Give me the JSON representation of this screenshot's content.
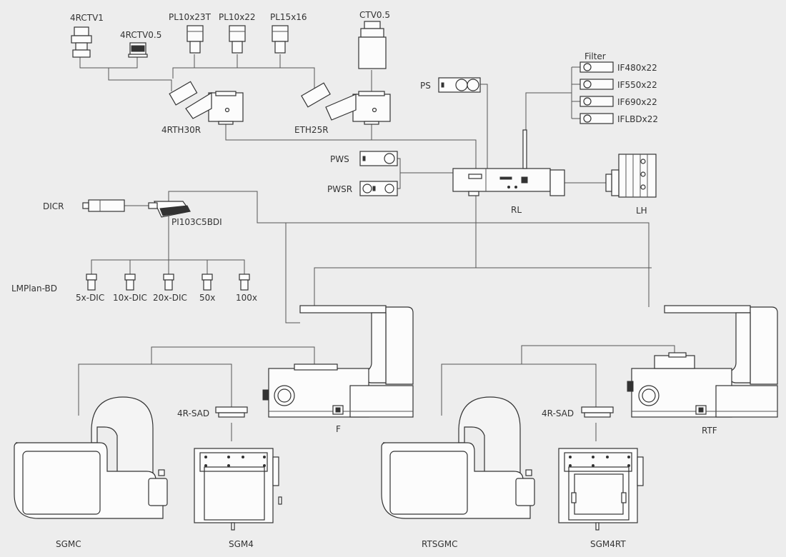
{
  "labels": {
    "rctv1": "4RCTV1",
    "rctv05": "4RCTV0.5",
    "pl10x23t": "PL10x23T",
    "pl10x22": "PL10x22",
    "pl15x16": "PL15x16",
    "ctv05": "CTV0.5",
    "filter": "Filter",
    "if480": "IF480x22",
    "if550": "IF550x22",
    "if690": "IF690x22",
    "iflbd": "IFLBDx22",
    "ps": "PS",
    "head_4rth30r": "4RTH30R",
    "head_eth25r": "ETH25R",
    "pws": "PWS",
    "pwsr": "PWSR",
    "rl": "RL",
    "lh": "LH",
    "dicr": "DICR",
    "nosepiece": "PI103C5BDI",
    "objective_series": "LMPlan-BD",
    "obj_5x": "5x-DIC",
    "obj_10x": "10x-DIC",
    "obj_20x": "20x-DIC",
    "obj_50x": "50x",
    "obj_100x": "100x",
    "frame_f": "F",
    "frame_rtf": "RTF",
    "adapter_left": "4R-SAD",
    "adapter_right": "4R-SAD",
    "stage_sgmc": "SGMC",
    "stage_sgm4": "SGM4",
    "stage_rtsgmc": "RTSGMC",
    "stage_sgm4rt": "SGM4RT"
  }
}
